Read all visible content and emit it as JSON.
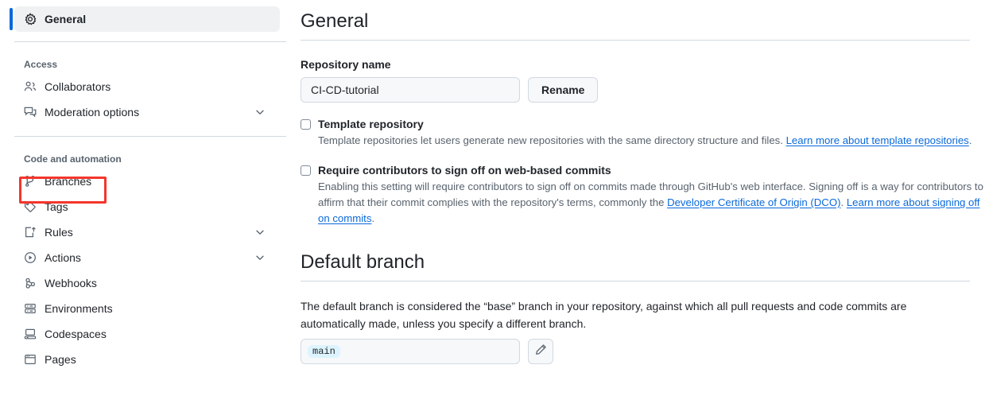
{
  "sidebar": {
    "selected_item": "General",
    "top_item": {
      "label": "General",
      "icon": "gear-icon"
    },
    "groups": [
      {
        "title": "Access",
        "items": [
          {
            "label": "Collaborators",
            "icon": "people-icon",
            "chevron": false
          },
          {
            "label": "Moderation options",
            "icon": "comment-discussion-icon",
            "chevron": true
          }
        ]
      },
      {
        "title": "Code and automation",
        "items": [
          {
            "label": "Branches",
            "icon": "git-branch-icon",
            "chevron": false,
            "highlighted": true
          },
          {
            "label": "Tags",
            "icon": "tag-icon",
            "chevron": false
          },
          {
            "label": "Rules",
            "icon": "rules-icon",
            "chevron": true
          },
          {
            "label": "Actions",
            "icon": "play-circle-icon",
            "chevron": true
          },
          {
            "label": "Webhooks",
            "icon": "webhook-icon",
            "chevron": false
          },
          {
            "label": "Environments",
            "icon": "server-icon",
            "chevron": false
          },
          {
            "label": "Codespaces",
            "icon": "codespaces-icon",
            "chevron": false
          },
          {
            "label": "Pages",
            "icon": "browser-icon",
            "chevron": false
          }
        ]
      }
    ]
  },
  "main": {
    "general": {
      "heading": "General",
      "repo_name_label": "Repository name",
      "repo_name_value": "CI-CD-tutorial",
      "rename_button": "Rename",
      "template_repository": {
        "title": "Template repository",
        "desc_before": "Template repositories let users generate new repositories with the same directory structure and files. ",
        "link_text": "Learn more about template repositories",
        "desc_after": "."
      },
      "signoff": {
        "title": "Require contributors to sign off on web-based commits",
        "desc_part1": "Enabling this setting will require contributors to sign off on commits made through GitHub's web interface. Signing off is a way for contributors to affirm that their commit complies with the repository's terms, commonly the ",
        "link1_text": "Developer Certificate of Origin (DCO)",
        "desc_part2": ". ",
        "link2_text": "Learn more about signing off on commits",
        "desc_part3": "."
      }
    },
    "default_branch": {
      "heading": "Default branch",
      "description": "The default branch is considered the “base” branch in your repository, against which all pull requests and code commits are automatically made, unless you specify a different branch.",
      "branch_name": "main",
      "edit_button_icon": "pencil-icon"
    }
  },
  "colors": {
    "accent": "#0969da",
    "highlight_box": "#f5352b",
    "selected_bg": "#eff1f3",
    "border": "#d1d9e0",
    "muted_text": "#59636e",
    "chip_bg": "#ddf4ff"
  }
}
